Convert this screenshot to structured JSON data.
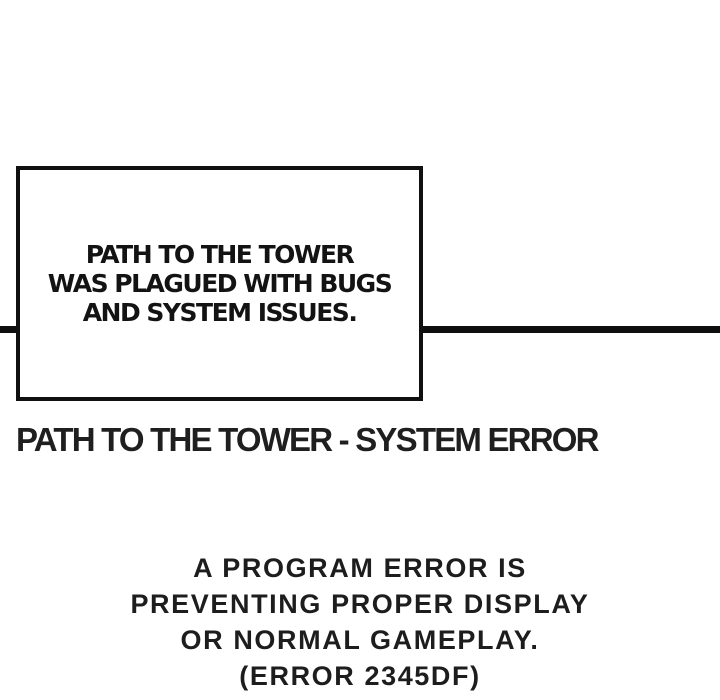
{
  "colors": {
    "background": "#ffffff",
    "ink": "#0e0e0e",
    "text": "#1d1d1d"
  },
  "panel": {
    "narration_box": {
      "lines": [
        "PATH TO THE TOWER",
        "WAS PLAGUED WITH BUGS",
        "AND SYSTEM ISSUES."
      ]
    },
    "caption": "PATH TO THE TOWER - SYSTEM ERROR",
    "error_message": {
      "lines": [
        "A PROGRAM ERROR IS",
        "PREVENTING PROPER DISPLAY",
        "OR NORMAL GAMEPLAY.",
        "(ERROR 2345DF)"
      ]
    }
  }
}
